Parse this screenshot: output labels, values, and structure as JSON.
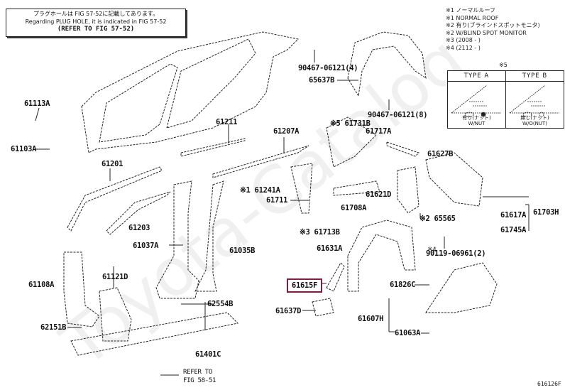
{
  "note": {
    "line_jp": "プラグホールは FIG 57-52に記載してあります。",
    "line_en": "Regarding PLUG HOLE, it is indicated in FIG 57-52",
    "line_ref": "(REFER TO FIG 57-52)"
  },
  "legend": {
    "items": [
      "※1 ノーマルルーフ",
      "※1 NORMAL ROOF",
      "※2 有り(ブラインドスポットモニタ)",
      "※2 W/BLIND SPOT MONITOR",
      "※3 (2008 -        )",
      "※4 (2112 -        )"
    ]
  },
  "type_table": {
    "mark": "※5",
    "columns": [
      {
        "header": "TYPE  A",
        "caption_jp": "有り(ナット)",
        "caption_en": "W/NUT"
      },
      {
        "header": "TYPE  B",
        "caption_jp": "無し(ナット)",
        "caption_en": "W/O(NUT)"
      }
    ]
  },
  "labels": {
    "p61113A": "61113A",
    "p61103A": "61103A",
    "p61201": "61201",
    "p61211": "61211",
    "p61207A": "61207A",
    "p61203": "61203",
    "p61241A": "※1 61241A",
    "p61711": "61711",
    "p90467_4": "90467-06121(4)",
    "p65637B": "65637B",
    "p90467_8": "90467-06121(8)",
    "p61731B": "※5 61731B",
    "p61717A": "61717A",
    "p61627B": "61627B",
    "p61708A": "61708A",
    "p61621D": "61621D",
    "p65565": "※2 65565",
    "p61617A": "61617A",
    "p61703H": "61703H",
    "p61745A": "61745A",
    "p90119_mark": "※4",
    "p90119": "90119-06961(2)",
    "p61713B": "※3 61713B",
    "p61631A": "61631A",
    "p61037A": "61037A",
    "p61035B": "61035B",
    "p61108A": "61108A",
    "p61121D": "61121D",
    "p62151B": "62151B",
    "p62554B": "62554B",
    "p61615F": "61615F",
    "p61637D": "61637D",
    "p61826C": "61826C",
    "p61607H": "61607H",
    "p61063A": "61063A",
    "p61401C": "61401C",
    "refer_line1": "REFER TO",
    "refer_line2": "FIG 58-51"
  },
  "highlighted_part": "61615F",
  "highlight_color": "#8b1a3a",
  "figure_id": "616126F",
  "watermark": "Toyota-Catalog"
}
